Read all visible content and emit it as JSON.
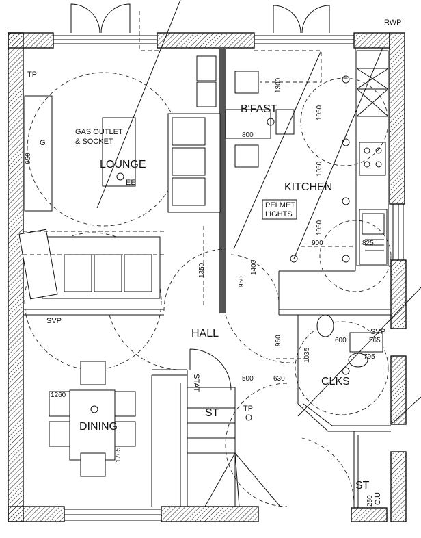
{
  "rooms": {
    "lounge": "LOUNGE",
    "bfast": "B'FAST",
    "kitchen": "KITCHEN",
    "hall": "HALL",
    "dining": "DINING",
    "clks": "CLKS",
    "st_hall": "ST",
    "st_right": "ST"
  },
  "notes": {
    "gas_outlet_1": "GAS OUTLET",
    "gas_outlet_2": "& SOCKET",
    "pelmet_1": "PELMET",
    "pelmet_2": "LIGHTS",
    "svp_left": "SVP",
    "svp_clks": "SVP",
    "rwp": "RWP",
    "stat": "STAT",
    "cu": "C.U.",
    "tp_lounge": "TP",
    "tp_hall": "TP",
    "ee": "EE",
    "g": "G"
  },
  "dimensions": {
    "d650": "650",
    "d800": "800",
    "d1300": "1300",
    "d1050a": "1050",
    "d1050b": "1050",
    "d1050c": "1050",
    "d900": "900",
    "d825": "825",
    "d1350": "1350",
    "d950": "950",
    "d1400": "1400",
    "d960": "960",
    "d500": "500",
    "d630": "630",
    "d600": "600",
    "d565": "565",
    "d795": "795",
    "d1035": "1035",
    "d1260": "1260",
    "d1705": "1705",
    "d250": "250"
  },
  "colors": {
    "ink": "#111111",
    "paper": "#ffffff"
  }
}
